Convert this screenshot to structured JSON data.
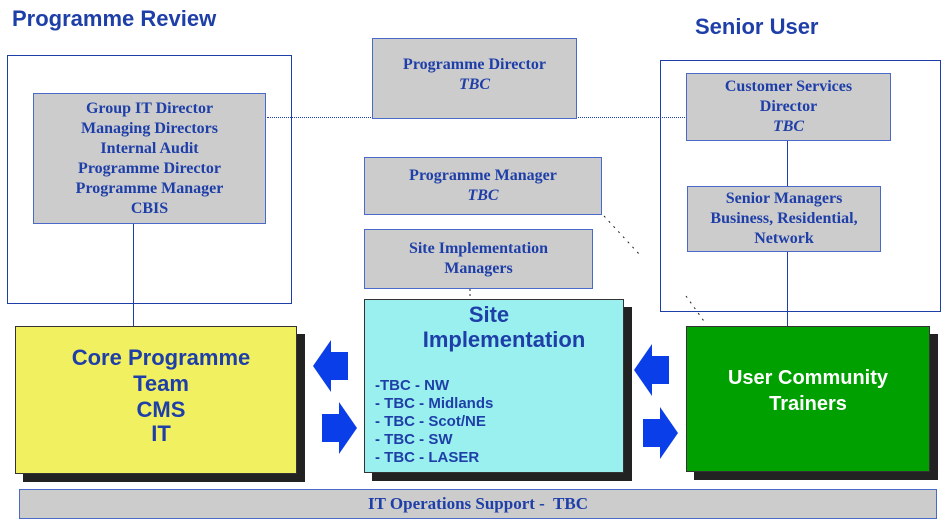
{
  "headings": {
    "programme_review": "Programme Review",
    "senior_user": "Senior User"
  },
  "programme_review_box": {
    "lines": [
      "Group IT Director",
      "Managing Directors",
      "Internal Audit",
      "Programme Director",
      "Programme Manager",
      "CBIS"
    ]
  },
  "programme_director": {
    "title": "Programme Director",
    "tbc": "TBC"
  },
  "programme_manager": {
    "title": "Programme Manager",
    "tbc": "TBC"
  },
  "site_impl_managers": {
    "line1": "Site Implementation",
    "line2": "Managers"
  },
  "customer_services": {
    "line1": "Customer Services",
    "line2": "Director",
    "tbc": "TBC"
  },
  "senior_managers": {
    "line1": "Senior Managers",
    "line2": "Business, Residential,",
    "line3": "Network"
  },
  "core_team": {
    "lines": [
      "Core Programme",
      "Team",
      "CMS",
      "IT"
    ]
  },
  "site_implementation": {
    "title_line1": "Site",
    "title_line2": "Implementation",
    "items": [
      "-TBC - NW",
      "- TBC - Midlands",
      "- TBC - Scot/NE",
      "- TBC - SW",
      "- TBC - LASER"
    ]
  },
  "user_community": {
    "line1": "User Community",
    "line2": "Trainers"
  },
  "it_ops": {
    "label": "IT Operations Support -  TBC"
  },
  "colors": {
    "heading_blue": "#1f3fa8",
    "grey_box": "#cccccc",
    "core_yellow": "#f0f060",
    "site_cyan": "#99f0ee",
    "user_green": "#00a000",
    "arrow_blue": "#0a3ee8"
  }
}
